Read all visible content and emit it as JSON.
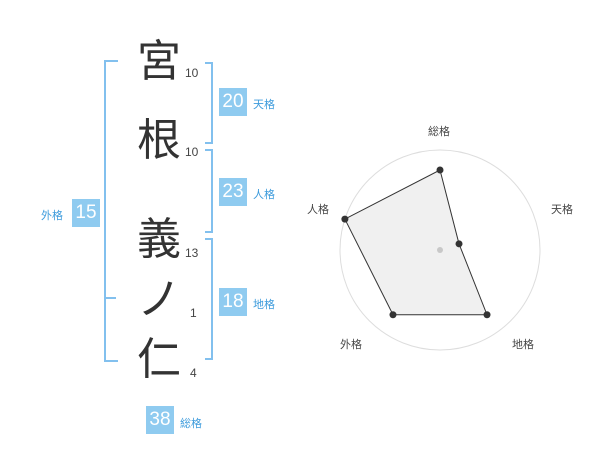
{
  "name": {
    "characters": [
      {
        "char": "宮",
        "strokes": "10"
      },
      {
        "char": "根",
        "strokes": "10"
      },
      {
        "char": "義",
        "strokes": "13"
      },
      {
        "char": "ノ",
        "strokes": "1"
      },
      {
        "char": "仁",
        "strokes": "4"
      }
    ]
  },
  "kakusu": {
    "tenkaku": {
      "value": "20",
      "label": "天格"
    },
    "jinkaku": {
      "value": "23",
      "label": "人格"
    },
    "chikaku": {
      "value": "18",
      "label": "地格"
    },
    "gaikaku": {
      "value": "15",
      "label": "外格"
    },
    "soukaku": {
      "value": "38",
      "label": "総格"
    }
  },
  "radar": {
    "axes": [
      "総格",
      "天格",
      "地格",
      "外格",
      "人格"
    ],
    "levels": 5,
    "values": [
      4,
      1,
      4,
      4,
      5
    ],
    "max": 5
  },
  "colors": {
    "accent": "#8fcbf0",
    "bracket": "#82c0ee",
    "label_text": "#3c9bdc",
    "radar_fill": "#f0f0f0",
    "radar_line": "#333333"
  }
}
